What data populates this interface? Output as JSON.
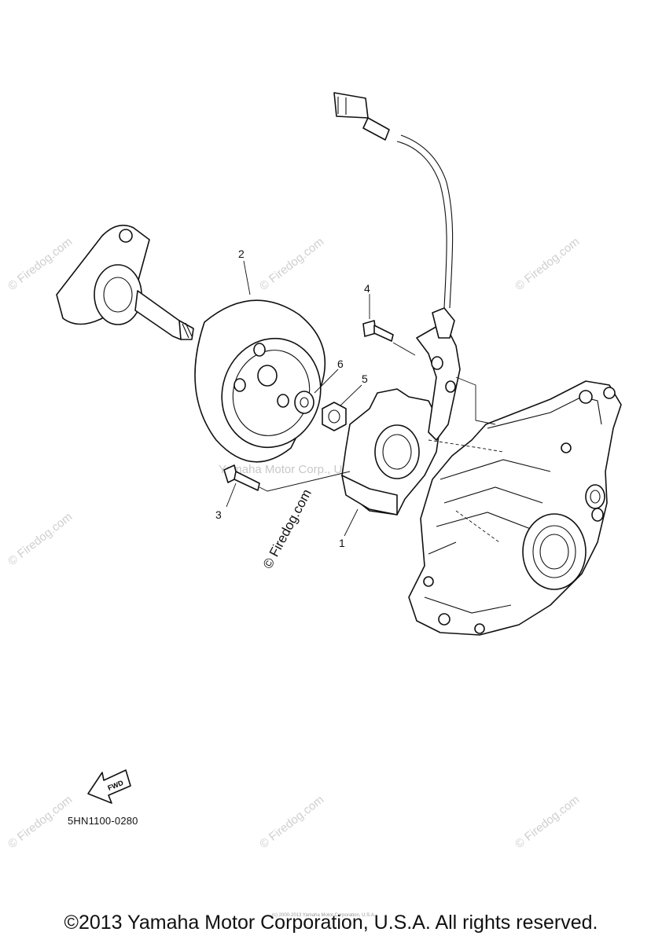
{
  "callouts": {
    "c1": "1",
    "c2": "2",
    "c3": "3",
    "c4": "4",
    "c5": "5",
    "c6": "6"
  },
  "fwd_label": "FWD",
  "part_code": "5HN1100-0280",
  "watermarks": {
    "corner": "© Firedog.com",
    "center_text": "Yamaha Motor Corp., U.S.A.",
    "diagonal_main": "© Firedog.com"
  },
  "fine_print": "(c) 2000-2013 Yamaha Motor Corporation, U.S.A.",
  "copyright": "©2013 Yamaha Motor Corporation, U.S.A. All rights reserved."
}
